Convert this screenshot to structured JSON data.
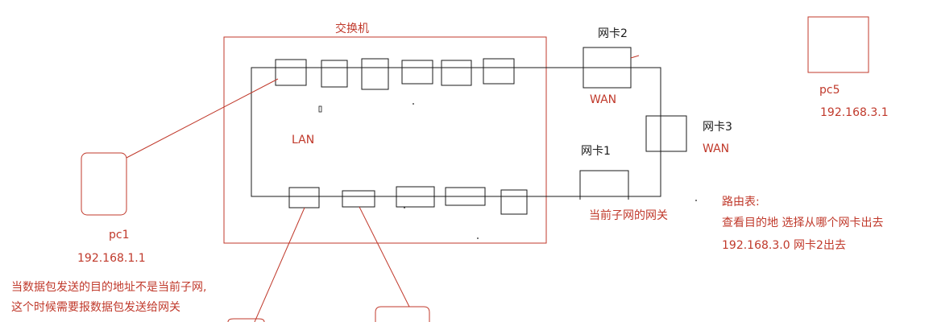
{
  "labels": {
    "switch_title": "交换机",
    "nic2": "网卡2",
    "nic2_wan": "WAN",
    "nic3": "网卡3",
    "nic3_wan": "WAN",
    "nic1": "网卡1",
    "nic1_desc": "当前子网的网关",
    "lan": "LAN",
    "pc1_name": "pc1",
    "pc1_ip": "192.168.1.1",
    "pc5_name": "pc5",
    "pc5_ip": "192.168.3.1",
    "route_title": "路由表:",
    "route_desc": "查看目的地  选择从哪个网卡出去",
    "route_entry": "192.168.3.0   网卡2出去",
    "note_line1": "当数据包发送的目的地址不是当前子网,",
    "note_line2": "这个时候需要报数据包发送给网关"
  },
  "colors": {
    "red": "#c0392b",
    "black": "#1a1a1a"
  }
}
